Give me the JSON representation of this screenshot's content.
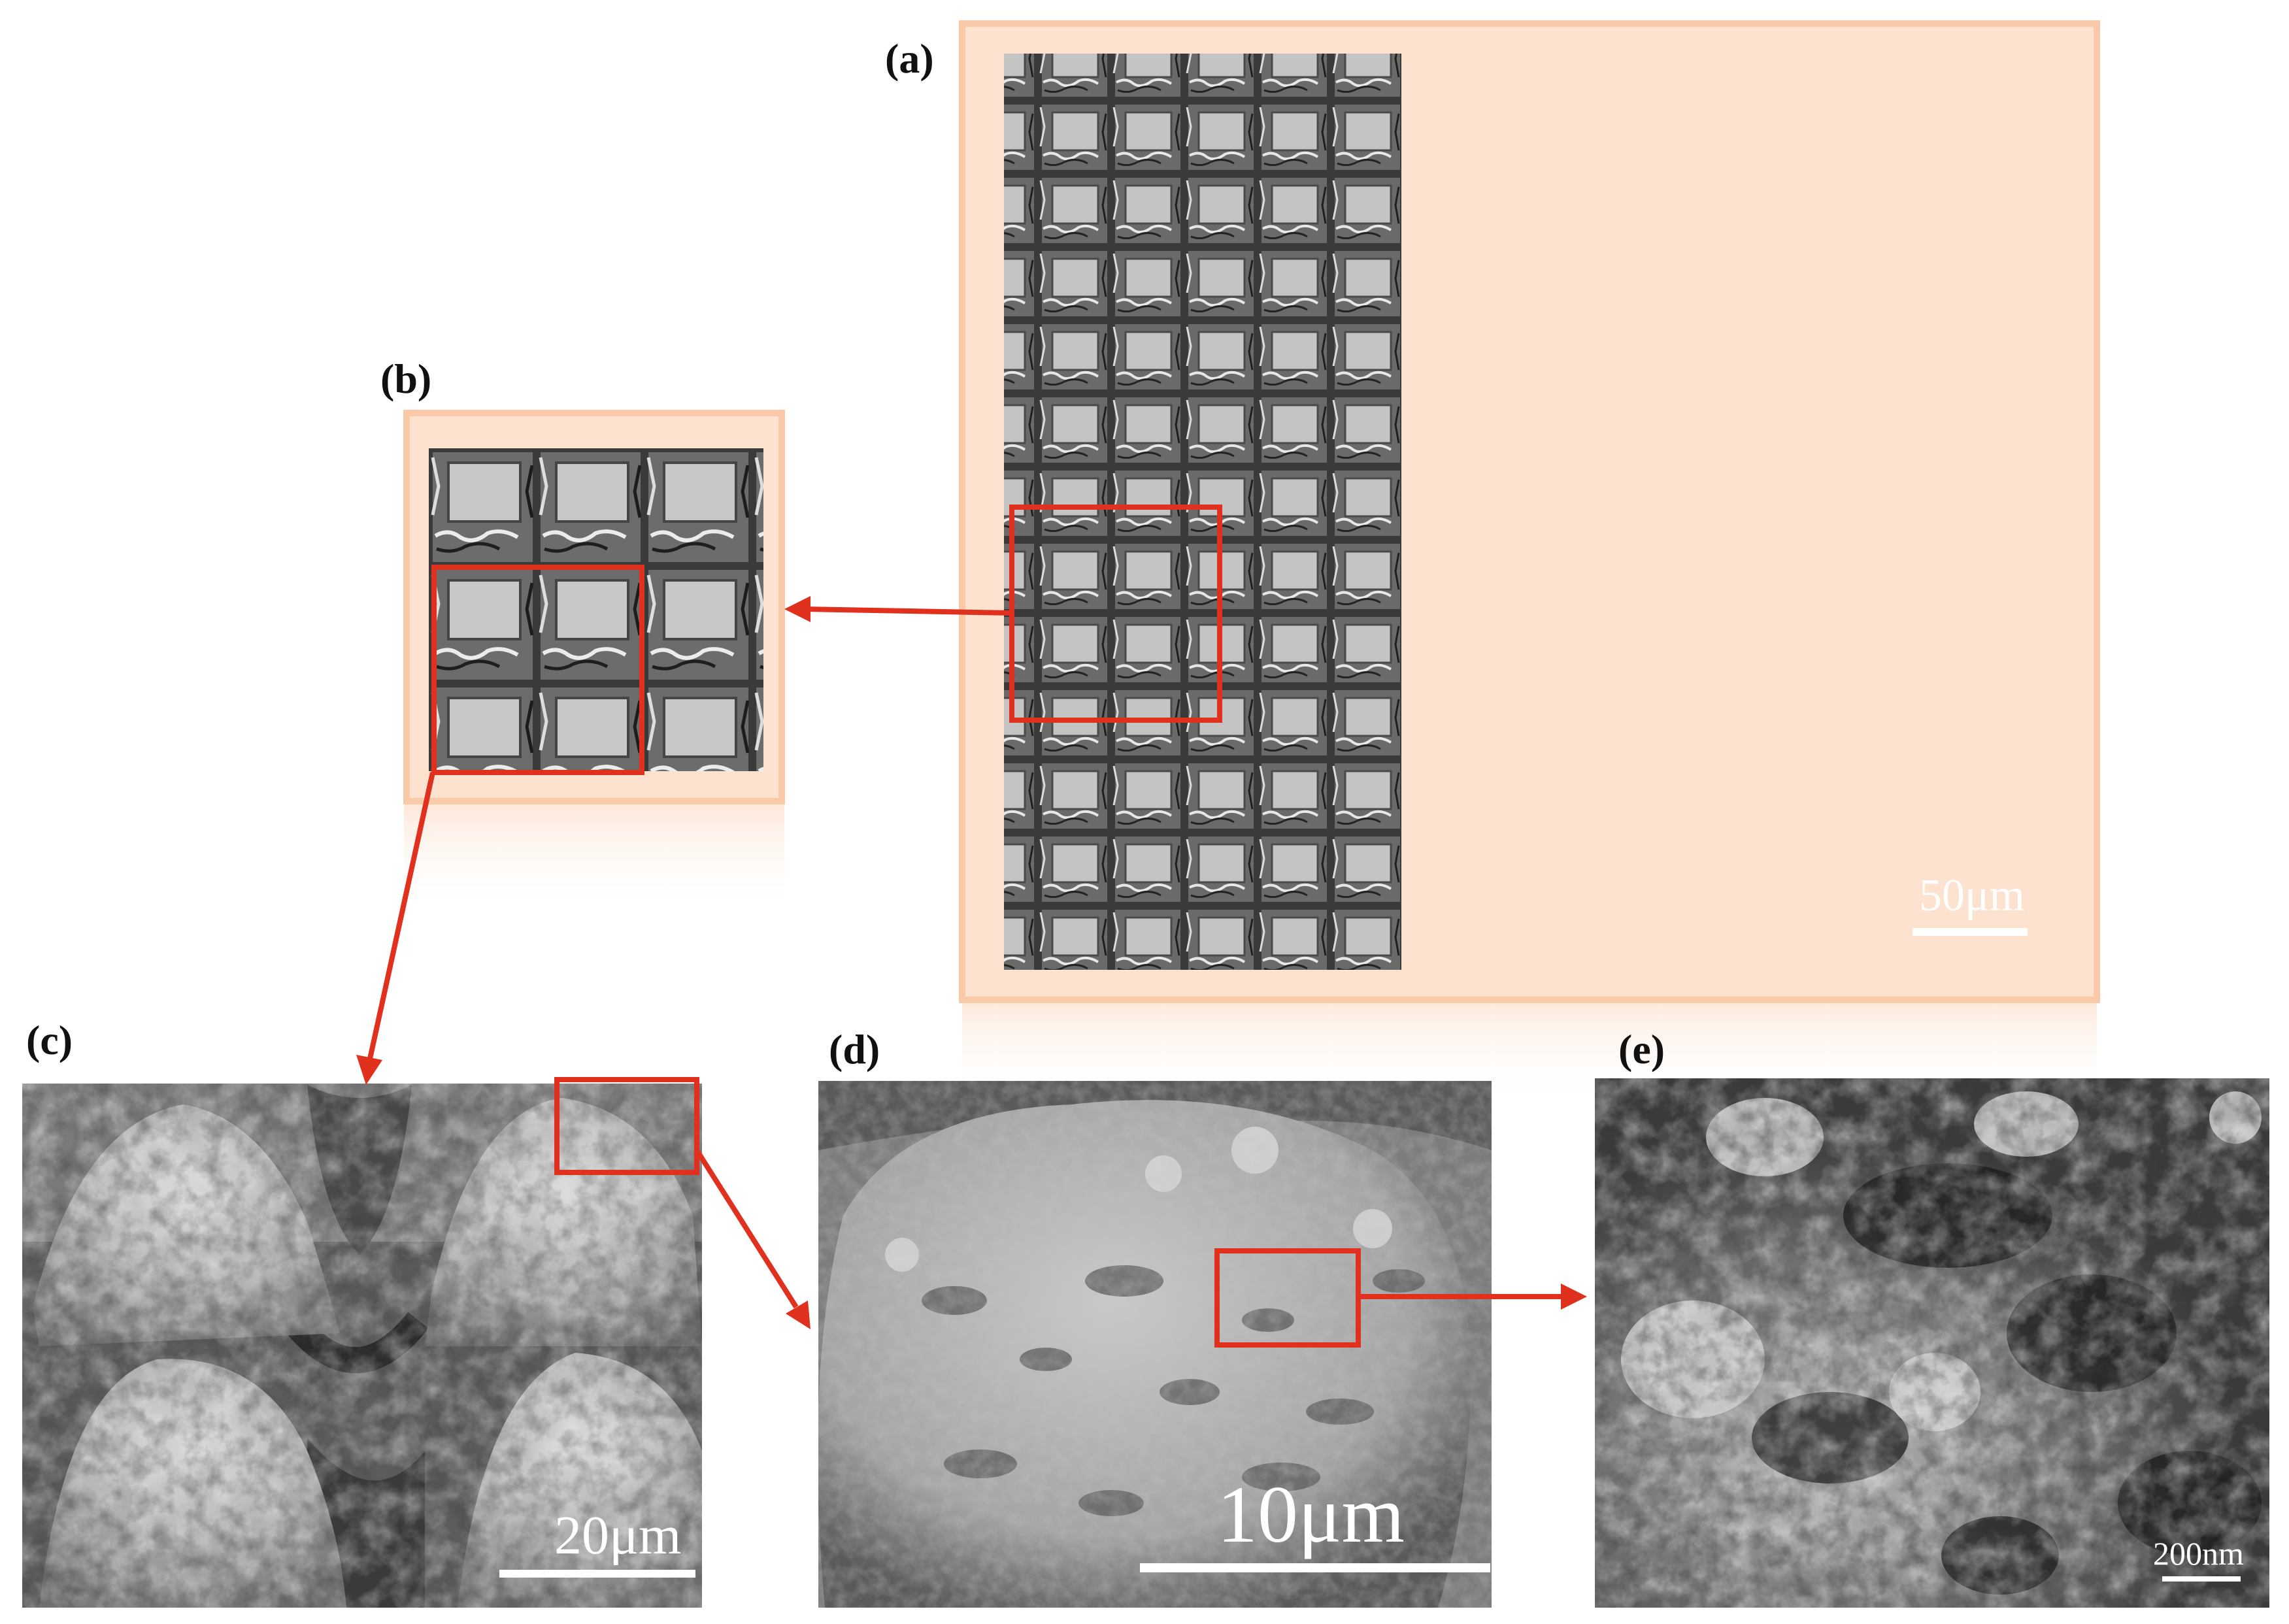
{
  "panels": {
    "a": {
      "label": "(a)",
      "scale_bar": "50μm"
    },
    "b": {
      "label": "(b)"
    },
    "c": {
      "label": "(c)",
      "scale_bar": "20μm"
    },
    "d": {
      "label": "(d)",
      "scale_bar": "10μm"
    },
    "e": {
      "label": "(e)",
      "scale_bar": "200nm"
    }
  },
  "colors": {
    "frame_peach": "#f9c9a8",
    "frame_fill": "#fde2cf",
    "highlight_red": "#e0301e",
    "sem_dark": "#2b2b2b",
    "sem_light": "#c9c9c9"
  }
}
